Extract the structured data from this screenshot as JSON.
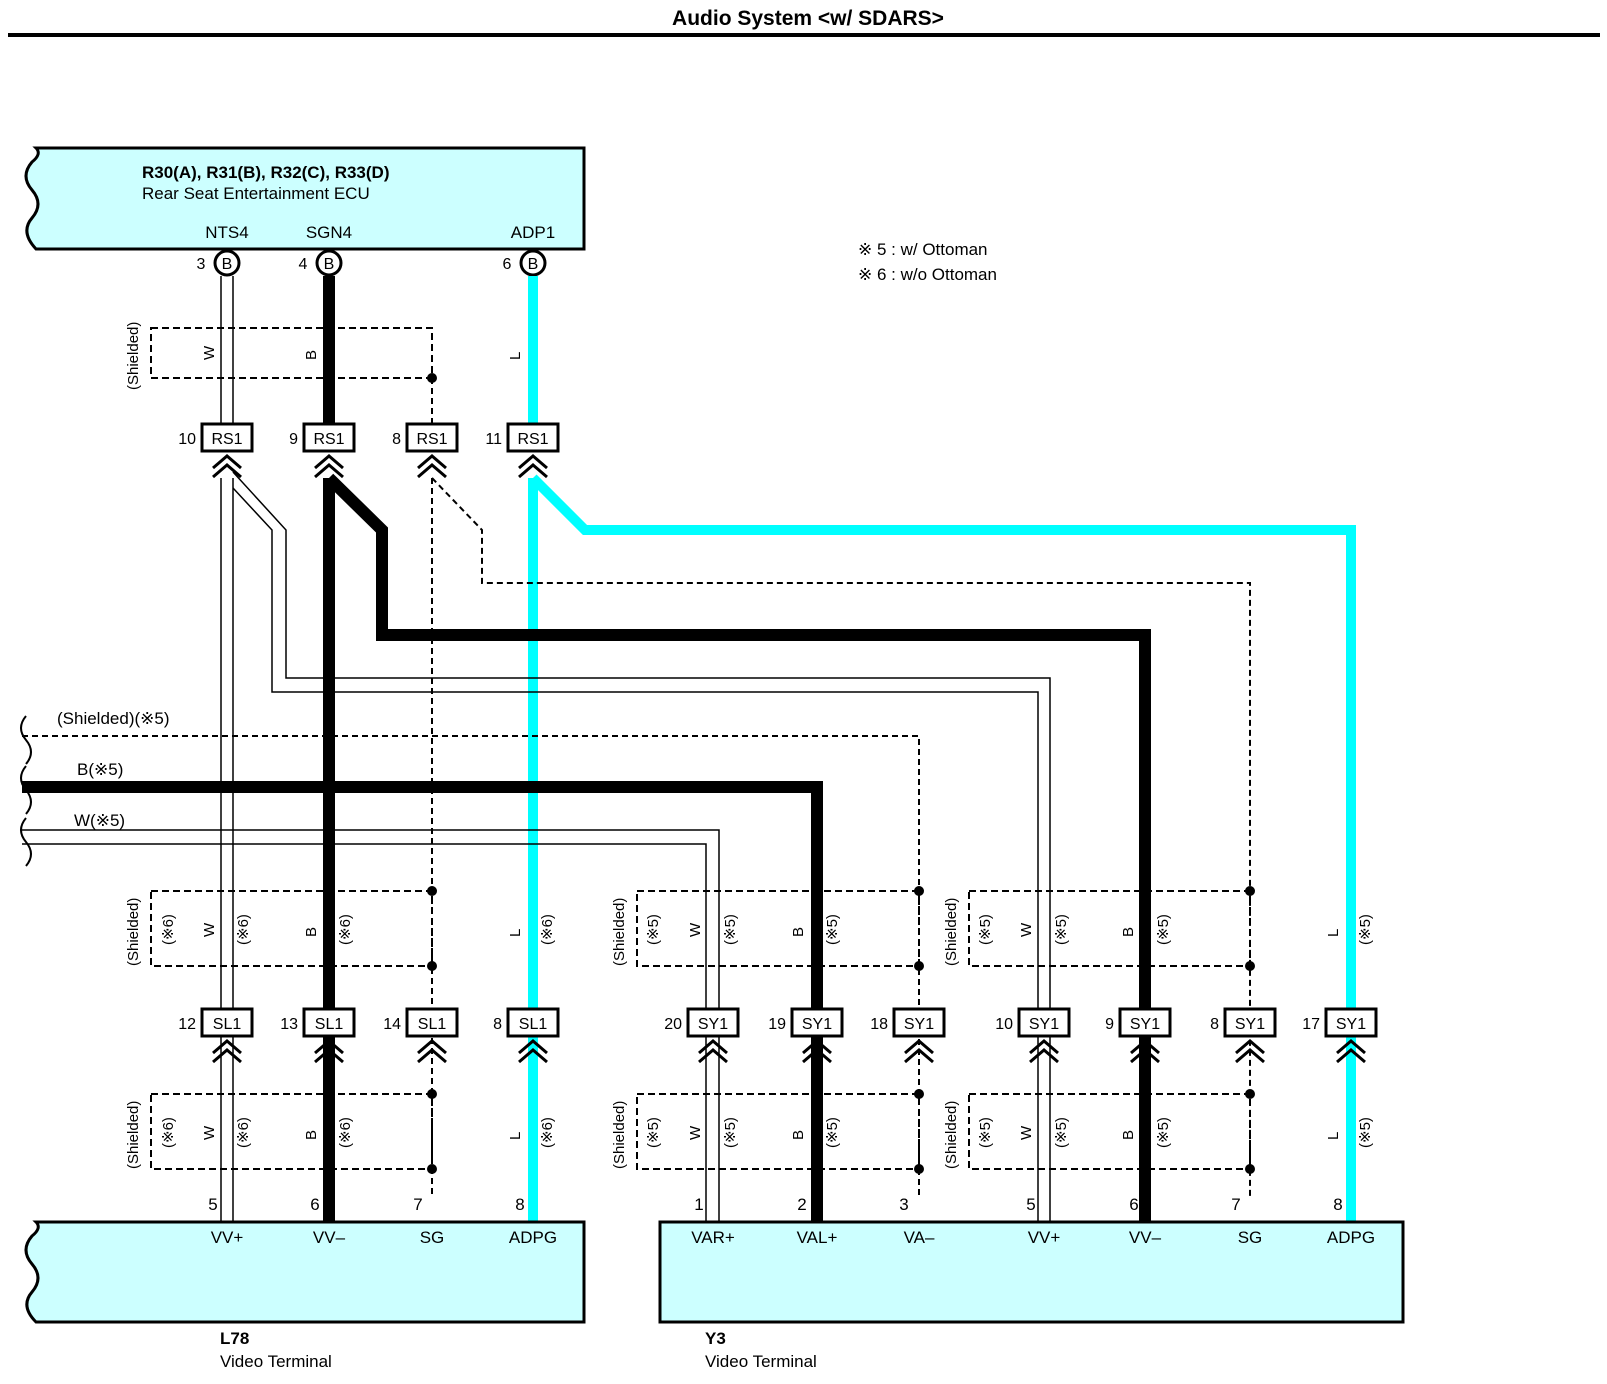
{
  "title": "Audio System <w/ SDARS>",
  "colors": {
    "ecu_fill": "#ccffff",
    "light_blue_wire": "#00ffff",
    "black_wire": "#000000"
  },
  "notes": [
    "※ 5 : w/ Ottoman",
    "※ 6 : w/o Ottoman"
  ],
  "top_ecu": {
    "connectors": "R30(A), R31(B), R32(C), R33(D)",
    "name": "Rear Seat Entertainment ECU",
    "pins": [
      {
        "label": "NTS4",
        "num": "3",
        "conn": "B"
      },
      {
        "label": "SGN4",
        "num": "4",
        "conn": "B"
      },
      {
        "label": "ADP1",
        "num": "6",
        "conn": "B"
      }
    ]
  },
  "rs1": [
    {
      "num": "10",
      "name": "RS1"
    },
    {
      "num": "9",
      "name": "RS1"
    },
    {
      "num": "8",
      "name": "RS1"
    },
    {
      "num": "11",
      "name": "RS1"
    }
  ],
  "sl1": [
    {
      "num": "12",
      "name": "SL1"
    },
    {
      "num": "13",
      "name": "SL1"
    },
    {
      "num": "14",
      "name": "SL1"
    },
    {
      "num": "8",
      "name": "SL1"
    }
  ],
  "sy1": [
    {
      "num": "20",
      "name": "SY1"
    },
    {
      "num": "19",
      "name": "SY1"
    },
    {
      "num": "18",
      "name": "SY1"
    },
    {
      "num": "10",
      "name": "SY1"
    },
    {
      "num": "9",
      "name": "SY1"
    },
    {
      "num": "8",
      "name": "SY1"
    },
    {
      "num": "17",
      "name": "SY1"
    }
  ],
  "side_wires": {
    "shielded": "(Shielded)(※5)",
    "black": "B(※5)",
    "white": "W(※5)"
  },
  "labels": {
    "shielded": "(Shielded)",
    "w": "W",
    "b": "B",
    "l": "L",
    "n5": "(※5)",
    "n6": "(※6)"
  },
  "l78": {
    "id": "L78",
    "name": "Video Terminal",
    "pins": [
      {
        "num": "5",
        "label": "VV+"
      },
      {
        "num": "6",
        "label": "VV–"
      },
      {
        "num": "7",
        "label": "SG"
      },
      {
        "num": "8",
        "label": "ADPG"
      }
    ]
  },
  "y3": {
    "id": "Y3",
    "name": "Video Terminal",
    "pins": [
      {
        "num": "1",
        "label": "VAR+"
      },
      {
        "num": "2",
        "label": "VAL+"
      },
      {
        "num": "3",
        "label": "VA–"
      },
      {
        "num": "5",
        "label": "VV+"
      },
      {
        "num": "6",
        "label": "VV–"
      },
      {
        "num": "7",
        "label": "SG"
      },
      {
        "num": "8",
        "label": "ADPG"
      }
    ]
  }
}
